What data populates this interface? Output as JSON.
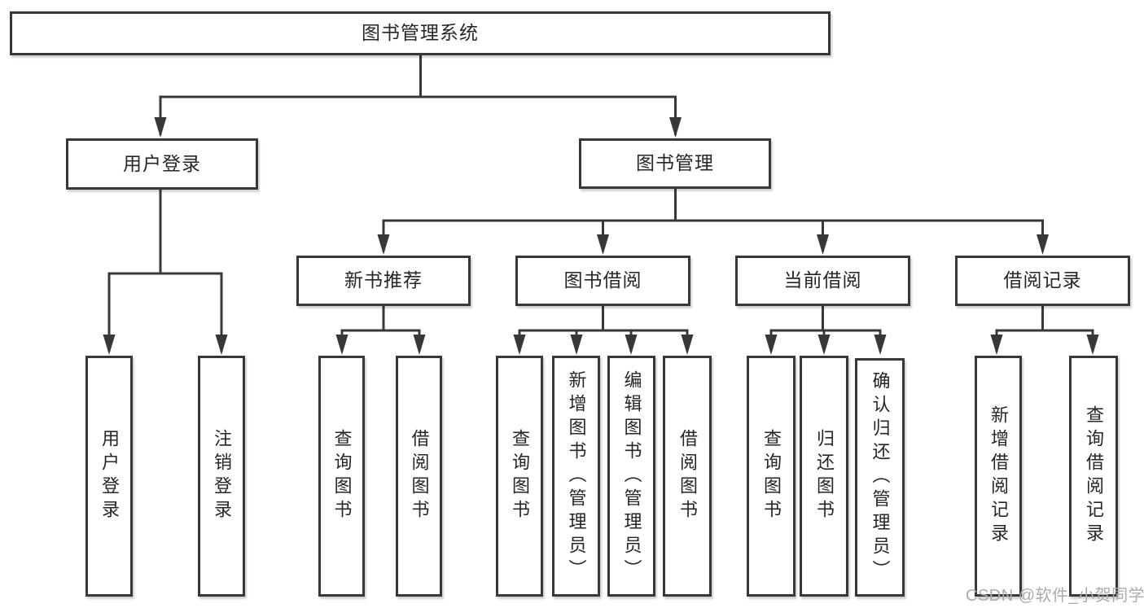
{
  "diagram": {
    "root": {
      "label": "图书管理系统"
    },
    "branches": [
      {
        "label": "用户登录",
        "children": [
          {
            "label": "用户登录"
          },
          {
            "label": "注销登录"
          }
        ]
      },
      {
        "label": "图书管理",
        "children": [
          {
            "label": "新书推荐",
            "children": [
              {
                "label": "查询图书"
              },
              {
                "label": "借阅图书"
              }
            ]
          },
          {
            "label": "图书借阅",
            "children": [
              {
                "label": "查询图书"
              },
              {
                "label": "新增图书（管理员）"
              },
              {
                "label": "编辑图书（管理员）"
              },
              {
                "label": "借阅图书"
              }
            ]
          },
          {
            "label": "当前借阅",
            "children": [
              {
                "label": "查询图书"
              },
              {
                "label": "归还图书"
              },
              {
                "label": "确认归还（管理员）"
              }
            ]
          },
          {
            "label": "借阅记录",
            "children": [
              {
                "label": "新增借阅记录"
              },
              {
                "label": "查询借阅记录"
              }
            ]
          }
        ]
      }
    ]
  },
  "watermark": {
    "text": "CSDN @软件_小贺同学",
    "color": "#ababab"
  },
  "colors": {
    "line": "#383838",
    "box_border": "#383838",
    "box_fill": "#ffffff",
    "text": "#262626",
    "background": "#ffffff"
  }
}
